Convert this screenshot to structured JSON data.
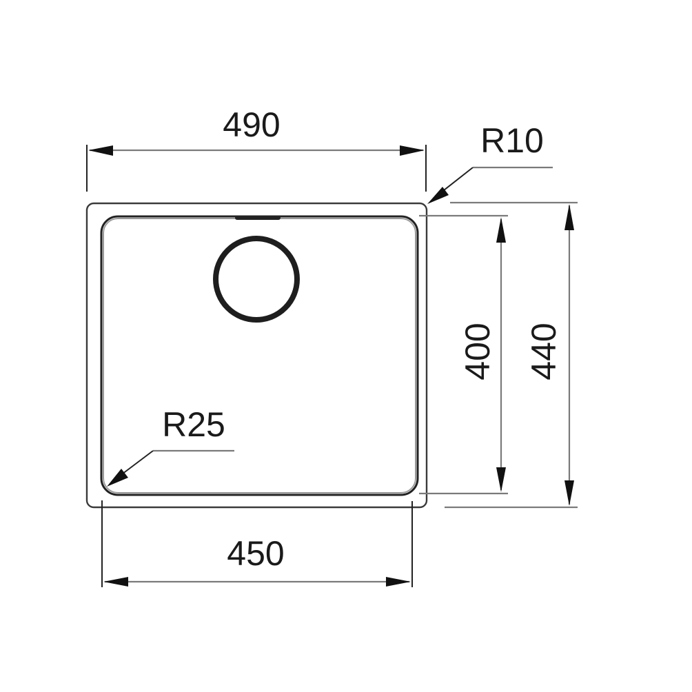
{
  "drawing": {
    "type": "sink-dimension-drawing",
    "units": "mm",
    "dimensions": {
      "outer_width": "490",
      "inner_width": "450",
      "inner_depth": "400",
      "outer_depth": "440",
      "outer_corner_radius": "R10",
      "inner_corner_radius": "R25"
    },
    "features": [
      "outer-rim",
      "inner-bowl",
      "drain-hole",
      "overflow-slot"
    ],
    "colors": {
      "line": "#222222",
      "dim_line": "#7a7a7a",
      "background": "#ffffff"
    }
  }
}
